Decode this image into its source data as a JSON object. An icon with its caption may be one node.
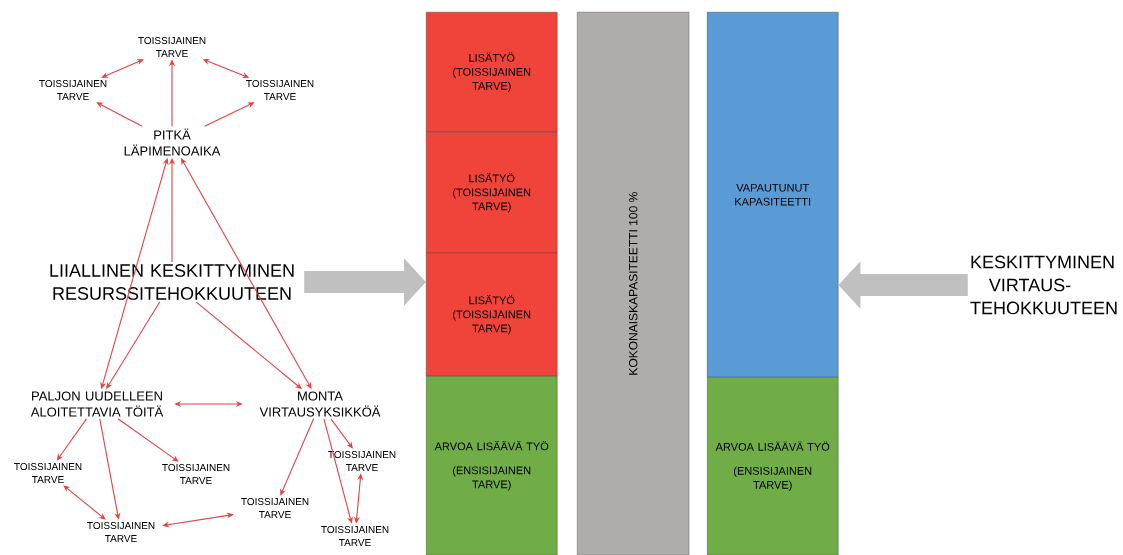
{
  "diagram": {
    "nodes": [
      {
        "text": [
          "TOISSIJAINEN TARVE"
        ]
      },
      {
        "text": [
          "TOISSIJAINEN TARVE"
        ]
      },
      {
        "text": [
          "TOISSIJAINEN TARVE"
        ]
      },
      {
        "text": [
          "PITKÄ LÄPIMENOAIKA"
        ]
      },
      {
        "text": [
          "LIIALLINEN KESKITTYMINEN RESURSSITEHOKKUUTEEN"
        ]
      },
      {
        "text": [
          "PALJON UUDELLEEN ALOITETTAVIA TÖITÄ"
        ]
      },
      {
        "text": [
          "MONTA VIRTAUSYKSIKKÖÄ"
        ]
      },
      {
        "text": [
          "TOISSIJAINEN TARVE"
        ]
      },
      {
        "text": [
          "TOISSIJAINEN TARVE"
        ]
      },
      {
        "text": [
          "TOISSIJAINEN TARVE"
        ]
      },
      {
        "text": [
          "TOISSIJAINEN TARVE"
        ]
      },
      {
        "text": [
          "TOISSIJAINEN TARVE"
        ]
      },
      {
        "text": [
          "TOISSIJAINEN TARVE"
        ]
      },
      {
        "text": [
          "LISÄTYÖ (TOISSIJAINEN TARVE)"
        ]
      },
      {
        "text": [
          "LISÄTYÖ (TOISSIJAINEN TARVE)"
        ]
      },
      {
        "text": [
          "LISÄTYÖ (TOISSIJAINEN TARVE)"
        ]
      },
      {
        "text": [
          "ARVOA LISÄÄVÄ TYÖ",
          "(ENSISIJAINEN TARVE)"
        ]
      },
      {
        "text": [
          "KOKONAISKAPASITEETTI 100 %"
        ]
      },
      {
        "text": [
          "VAPAUTUNUT KAPASITEETTI"
        ]
      },
      {
        "text": [
          "ARVOA LISÄÄVÄ TYÖ",
          "(ENSISIJAINEN TARVE)"
        ]
      },
      {
        "text": [
          "KESKITTYMINEN VIRTAUS- TEHOKKUUTEEN"
        ]
      }
    ],
    "edges": [
      {
        "from": 0,
        "to": 1,
        "arrow": "both"
      },
      {
        "from": 0,
        "to": 2,
        "arrow": "both"
      },
      {
        "from": 3,
        "to": 0,
        "arrow": "to"
      },
      {
        "from": 3,
        "to": 1,
        "arrow": "to"
      },
      {
        "from": 3,
        "to": 2,
        "arrow": "to"
      },
      {
        "from": 4,
        "to": 3,
        "arrow": "to"
      },
      {
        "from": 3,
        "to": 5,
        "arrow": "both"
      },
      {
        "from": 3,
        "to": 6,
        "arrow": "both"
      },
      {
        "from": 4,
        "to": 5,
        "arrow": "to"
      },
      {
        "from": 4,
        "to": 6,
        "arrow": "to"
      },
      {
        "from": 5,
        "to": 6,
        "arrow": "both"
      },
      {
        "from": 5,
        "to": 7,
        "arrow": "to"
      },
      {
        "from": 5,
        "to": 10,
        "arrow": "to"
      },
      {
        "from": 5,
        "to": 8,
        "arrow": "to"
      },
      {
        "from": 6,
        "to": 11,
        "arrow": "to"
      },
      {
        "from": 6,
        "to": 12,
        "arrow": "to"
      },
      {
        "from": 6,
        "to": 9,
        "arrow": "to"
      },
      {
        "from": 7,
        "to": 10,
        "arrow": "both"
      },
      {
        "from": 10,
        "to": 11,
        "arrow": "both"
      },
      {
        "from": 9,
        "to": 12,
        "arrow": "both"
      },
      {
        "from": 4,
        "to": 15,
        "arrow": "to",
        "style": "thick",
        "color": "#c0c0c0"
      },
      {
        "from": 20,
        "to": 18,
        "arrow": "to",
        "style": "thick",
        "color": "#c0c0c0"
      }
    ]
  }
}
